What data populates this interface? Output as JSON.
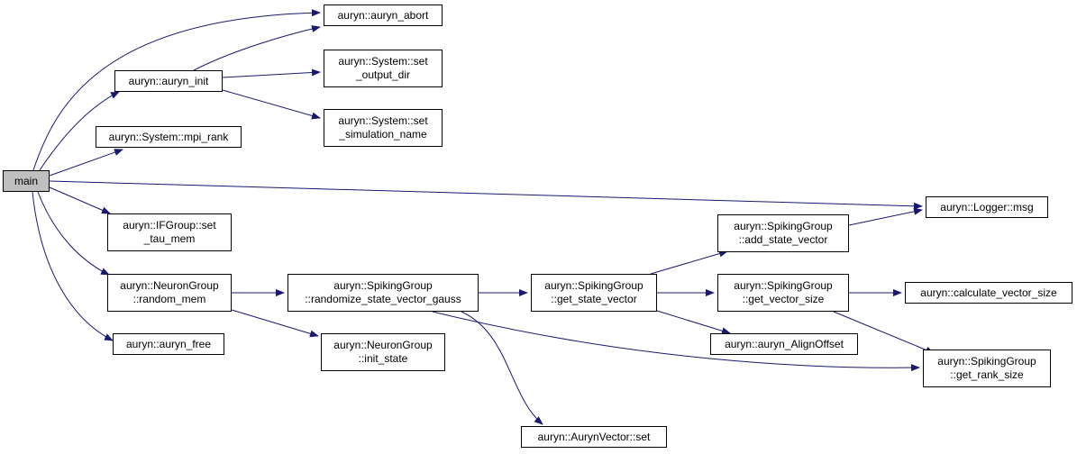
{
  "colors": {
    "edge": "#191970",
    "root_fill": "#bfbfbf",
    "node_fill": "#ffffff",
    "border": "#000000"
  },
  "nodes": {
    "main": {
      "l1": "main"
    },
    "auryn_abort": {
      "l1": "auryn::auryn_abort"
    },
    "auryn_init": {
      "l1": "auryn::auryn_init"
    },
    "set_output_dir": {
      "l1": "auryn::System::set",
      "l2": "_output_dir"
    },
    "set_simulation_name": {
      "l1": "auryn::System::set",
      "l2": "_simulation_name"
    },
    "mpi_rank": {
      "l1": "auryn::System::mpi_rank"
    },
    "logger_msg": {
      "l1": "auryn::Logger::msg"
    },
    "set_tau_mem": {
      "l1": "auryn::IFGroup::set",
      "l2": "_tau_mem"
    },
    "random_mem": {
      "l1": "auryn::NeuronGroup",
      "l2": "::random_mem"
    },
    "randomize_gauss": {
      "l1": "auryn::SpikingGroup",
      "l2": "::randomize_state_vector_gauss"
    },
    "get_state_vector": {
      "l1": "auryn::SpikingGroup",
      "l2": "::get_state_vector"
    },
    "add_state_vector": {
      "l1": "auryn::SpikingGroup",
      "l2": "::add_state_vector"
    },
    "get_vector_size": {
      "l1": "auryn::SpikingGroup",
      "l2": "::get_vector_size"
    },
    "calculate_vector_size": {
      "l1": "auryn::calculate_vector_size"
    },
    "align_offset": {
      "l1": "auryn::auryn_AlignOffset"
    },
    "get_rank_size": {
      "l1": "auryn::SpikingGroup",
      "l2": "::get_rank_size"
    },
    "auryn_free": {
      "l1": "auryn::auryn_free"
    },
    "init_state": {
      "l1": "auryn::NeuronGroup",
      "l2": "::init_state"
    },
    "aurynvector_set": {
      "l1": "auryn::AurynVector::set"
    }
  },
  "edges": [
    {
      "from": "main",
      "to": "auryn_abort"
    },
    {
      "from": "main",
      "to": "auryn_init"
    },
    {
      "from": "main",
      "to": "mpi_rank"
    },
    {
      "from": "main",
      "to": "logger_msg"
    },
    {
      "from": "main",
      "to": "set_tau_mem"
    },
    {
      "from": "main",
      "to": "random_mem"
    },
    {
      "from": "main",
      "to": "auryn_free"
    },
    {
      "from": "auryn_init",
      "to": "auryn_abort"
    },
    {
      "from": "auryn_init",
      "to": "set_output_dir"
    },
    {
      "from": "auryn_init",
      "to": "set_simulation_name"
    },
    {
      "from": "random_mem",
      "to": "randomize_gauss"
    },
    {
      "from": "random_mem",
      "to": "init_state"
    },
    {
      "from": "randomize_gauss",
      "to": "get_state_vector"
    },
    {
      "from": "randomize_gauss",
      "to": "get_rank_size"
    },
    {
      "from": "randomize_gauss",
      "to": "aurynvector_set"
    },
    {
      "from": "get_state_vector",
      "to": "add_state_vector"
    },
    {
      "from": "get_state_vector",
      "to": "get_vector_size"
    },
    {
      "from": "get_state_vector",
      "to": "align_offset"
    },
    {
      "from": "add_state_vector",
      "to": "logger_msg"
    },
    {
      "from": "get_vector_size",
      "to": "calculate_vector_size"
    },
    {
      "from": "get_vector_size",
      "to": "get_rank_size"
    }
  ]
}
